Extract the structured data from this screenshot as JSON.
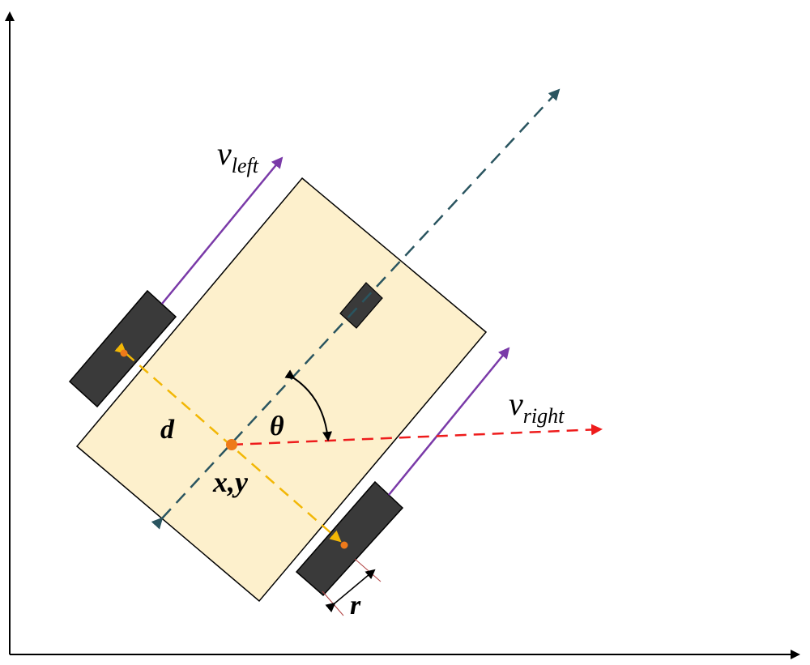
{
  "labels": {
    "v_left_main": "v",
    "v_left_sub": "left",
    "v_right_main": "v",
    "v_right_sub": "right",
    "d": "d",
    "theta": "θ",
    "xy": "x,y",
    "r": "r"
  },
  "colors": {
    "robot_body": "#fdf0cc",
    "wheel": "#3a3a3a",
    "heading_axis": "#2a5560",
    "wheel_axis": "#f2b705",
    "right_direction": "#ee1c1c",
    "velocity_arrow": "#7a3aa8",
    "center_point": "#ee7a1a"
  }
}
